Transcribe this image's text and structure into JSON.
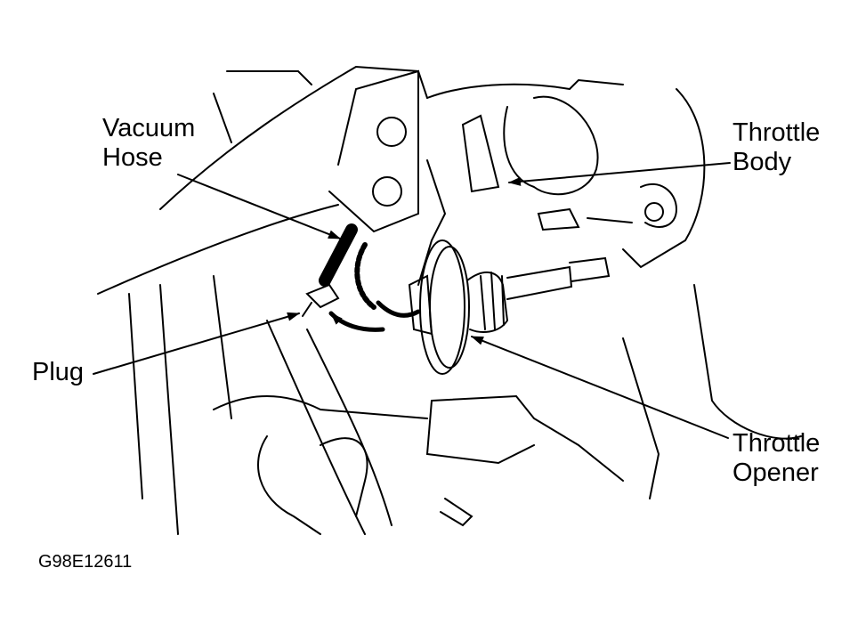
{
  "figure_code": "G98E12611",
  "labels": {
    "vacuum_hose": [
      "Vacuum",
      "Hose"
    ],
    "throttle_body": [
      "Throttle",
      "Body"
    ],
    "plug": "Plug",
    "throttle_opener": [
      "Throttle",
      "Opener"
    ]
  },
  "colors": {
    "line": "#000000",
    "background": "#ffffff"
  }
}
